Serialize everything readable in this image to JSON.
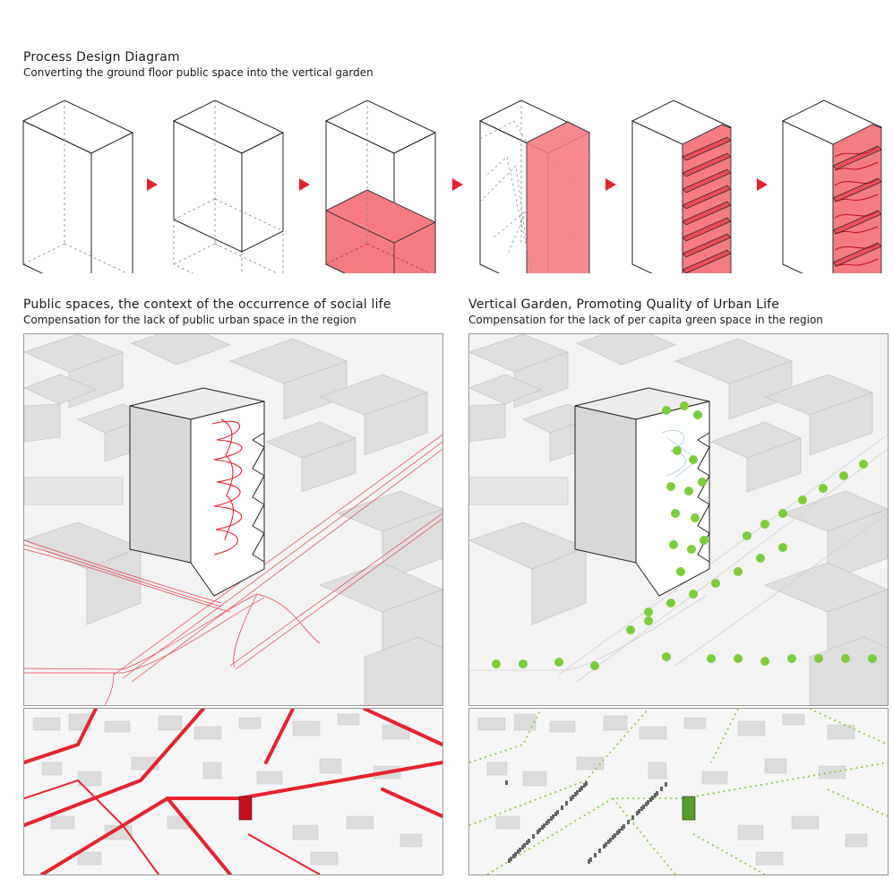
{
  "process": {
    "title": "Process Design Diagram",
    "subtitle": "Converting the ground floor public space into the vertical garden",
    "steps": [
      "empty-volume",
      "ground-floor-lifted",
      "ground-floor-public-space",
      "public-space-rotated-vertical",
      "vertical-slabs",
      "vertical-garden-ribbons"
    ]
  },
  "public_space": {
    "title": "Public spaces, the context of the occurrence of social life",
    "subtitle": "Compensation for the lack of public urban space in the region"
  },
  "vertical_garden": {
    "title": "Vertical Garden, Promoting Quality of Urban Life",
    "subtitle": "Compensation for the lack of per capita green space in the region"
  },
  "colors": {
    "accent_red": "#e52330",
    "fill_red": "#f47c82",
    "green": "#7dcc3c",
    "line": "#222222",
    "ground": "#f2f2f2",
    "block": "#dcdcdc"
  },
  "icons": {
    "step_arrow": "red-triangle-arrow-icon"
  }
}
